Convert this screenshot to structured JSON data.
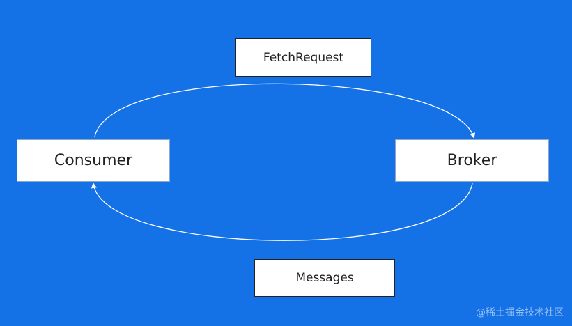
{
  "diagram": {
    "nodes": {
      "consumer": "Consumer",
      "broker": "Broker"
    },
    "edge_labels": {
      "request": "FetchRequest",
      "response": "Messages"
    },
    "watermark": "@稀土掘金技术社区"
  },
  "colors": {
    "background": "#1471E6",
    "box_fill": "#FFFFFF",
    "arrow": "#FFFFFF"
  }
}
